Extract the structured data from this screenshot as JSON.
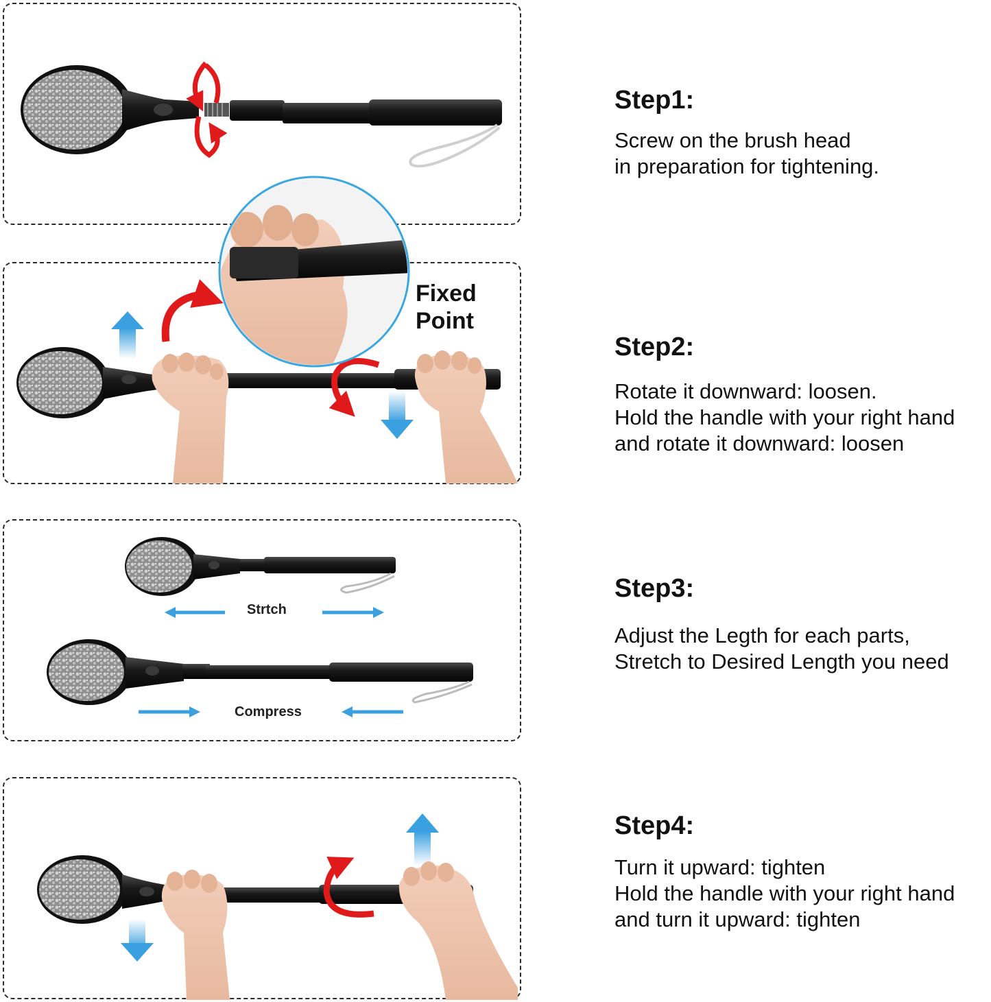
{
  "steps": [
    {
      "title": "Step1:",
      "lines": [
        "Screw on the brush head",
        "in preparation for tightening."
      ]
    },
    {
      "title": "Step2:",
      "lines": [
        "Rotate it downward: loosen.",
        "Hold the handle with your right hand",
        "and rotate it downward: loosen"
      ]
    },
    {
      "title": "Step3:",
      "lines": [
        "Adjust the Legth for each parts,",
        "Stretch to Desired Length you need"
      ]
    },
    {
      "title": "Step4:",
      "lines": [
        "Turn it upward: tighten",
        "Hold the handle with your right hand",
        "and turn it upward: tighten"
      ]
    }
  ],
  "callout": {
    "line1": "Fixed",
    "line2": "Point"
  },
  "labels": {
    "stretch": "Strtch",
    "compress": "Compress"
  },
  "colors": {
    "rotate_arrow": "#e01a1a",
    "direction_arrow": "#3aa0e0",
    "handle": "#151515",
    "bristle": "#9a9a9a"
  },
  "icons": [
    "brush-head-icon",
    "rotate-arrow-icon",
    "direction-arrow-icon",
    "hand-icon",
    "zoom-circle-icon"
  ]
}
